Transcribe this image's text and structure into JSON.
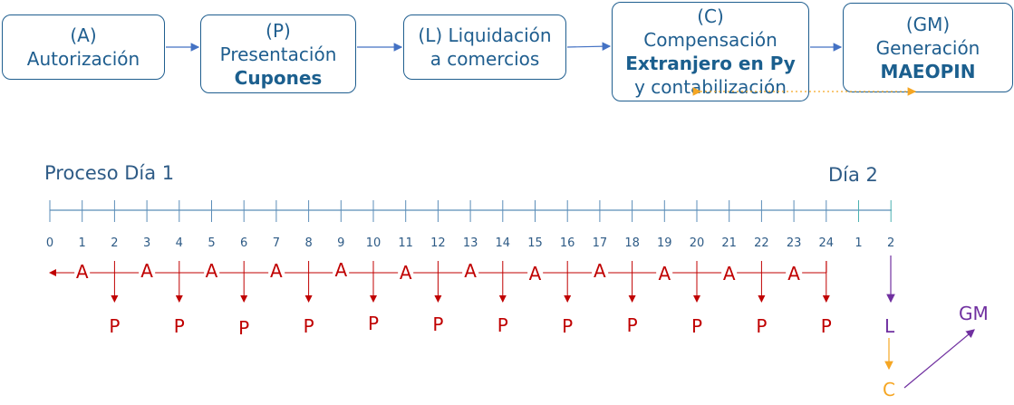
{
  "boxes": [
    {
      "id": "A",
      "line1": "(A)",
      "line2": "Autorización",
      "bold": ""
    },
    {
      "id": "P",
      "line1": "(P)",
      "line2": "Presentación",
      "bold": "Cupones"
    },
    {
      "id": "L",
      "line1": "(L) Liquidación",
      "line2": "a comercios",
      "bold": ""
    },
    {
      "id": "C",
      "line1": "(C)",
      "line2": "Compensación",
      "bold": "Extranjero en Py",
      "line4": "y contabilización"
    },
    {
      "id": "GM",
      "line1": "(GM)",
      "line2": "Generación",
      "bold": "MAEOPIN"
    }
  ],
  "timeline": {
    "day1_label": "Proceso Día 1",
    "day2_label": "Día 2",
    "ticks": [
      "0",
      "1",
      "2",
      "3",
      "4",
      "5",
      "6",
      "7",
      "8",
      "9",
      "10",
      "11",
      "12",
      "13",
      "14",
      "15",
      "16",
      "17",
      "18",
      "19",
      "20",
      "21",
      "22",
      "23",
      "24",
      "1",
      "2"
    ],
    "a_label": "A",
    "p_label": "P",
    "l_label": "L",
    "c_label": "C",
    "gm_label": "GM"
  },
  "colors": {
    "box_border": "#1f5e8f",
    "axis": "#5b8db8",
    "authorization": "#c00000",
    "liquidation": "#7030a0",
    "compensation": "#f5a623",
    "gm": "#7030a0"
  }
}
